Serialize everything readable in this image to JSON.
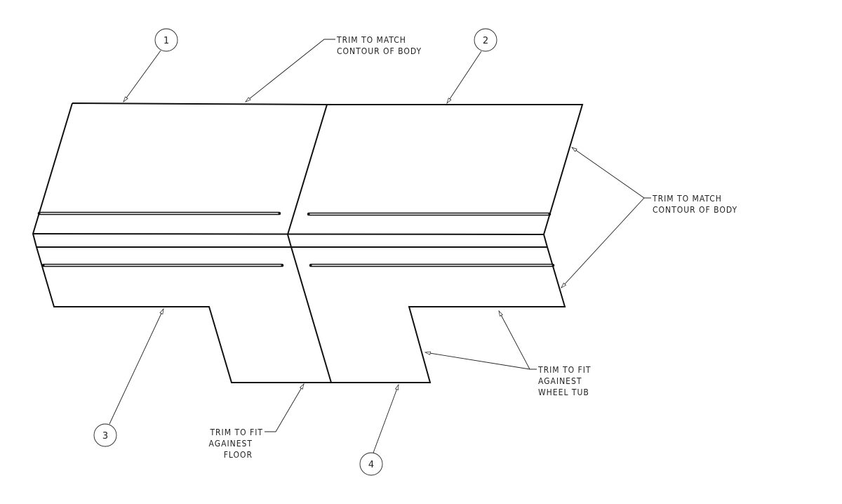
{
  "callouts": [
    "1",
    "2",
    "3",
    "4"
  ],
  "notes": {
    "top_body": [
      "TRIM TO MATCH",
      "CONTOUR OF BODY"
    ],
    "right_body": [
      "TRIM TO MATCH",
      "CONTOUR OF BODY"
    ],
    "floor": [
      "TRIM TO FIT",
      "AGAINEST",
      "FLOOR"
    ],
    "wheel_tub": [
      "TRIM TO FIT",
      "AGAINEST",
      "WHEEL TUB"
    ]
  }
}
